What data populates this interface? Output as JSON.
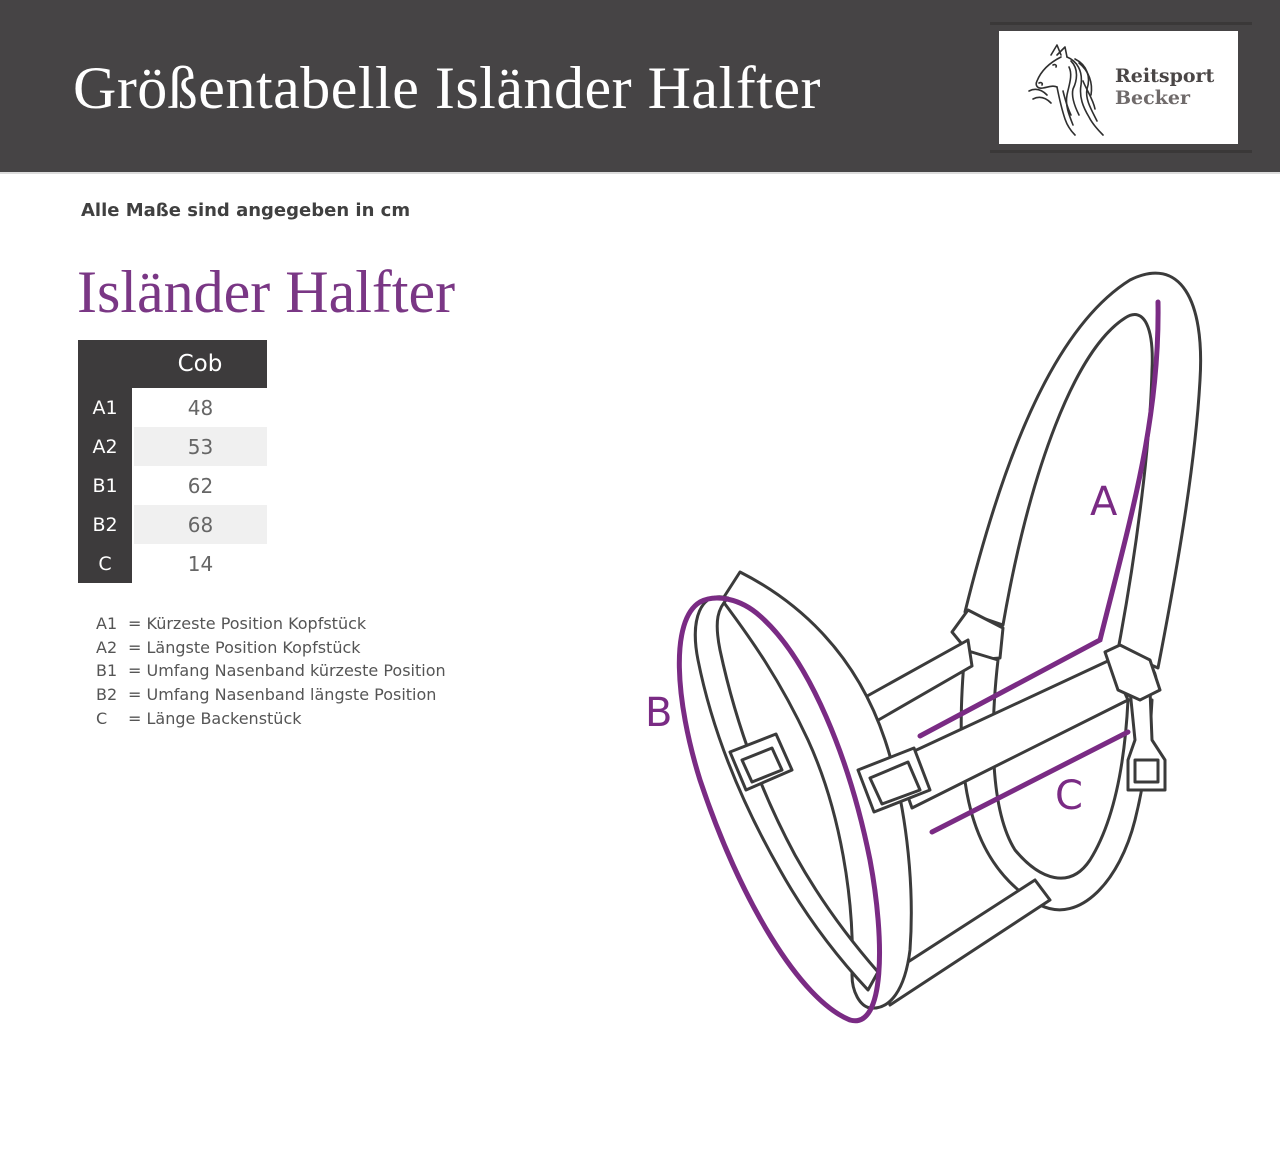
{
  "header": {
    "title": "Größentabelle Isländer Halfter",
    "logo": {
      "line1": "Reitsport",
      "line2": "Becker",
      "icon": "horse-head-icon"
    }
  },
  "note": "Alle Maße sind angegeben in cm",
  "section_title": "Isländer Halfter",
  "table": {
    "columns": [
      "Cob"
    ],
    "rows": [
      {
        "label": "A1",
        "value": "48"
      },
      {
        "label": "A2",
        "value": "53"
      },
      {
        "label": "B1",
        "value": "62"
      },
      {
        "label": "B2",
        "value": "68"
      },
      {
        "label": "C",
        "value": "14"
      }
    ]
  },
  "legend": [
    {
      "code": "A1",
      "text": "= Kürzeste Position Kopfstück"
    },
    {
      "code": "A2",
      "text": "= Längste Position Kopfstück"
    },
    {
      "code": "B1",
      "text": "= Umfang Nasenband kürzeste Position"
    },
    {
      "code": "B2",
      "text": "= Umfang Nasenband längste Position"
    },
    {
      "code": "C",
      "text": "= Länge Backenstück"
    }
  ],
  "diagram": {
    "labels": {
      "a": "A",
      "b": "B",
      "c": "C"
    },
    "colors": {
      "outline": "#3b3b3b",
      "measure": "#7a2b84"
    }
  },
  "colors": {
    "header_bg": "#464445",
    "accent": "#7a3785",
    "table_dark": "#3d3b3c"
  }
}
